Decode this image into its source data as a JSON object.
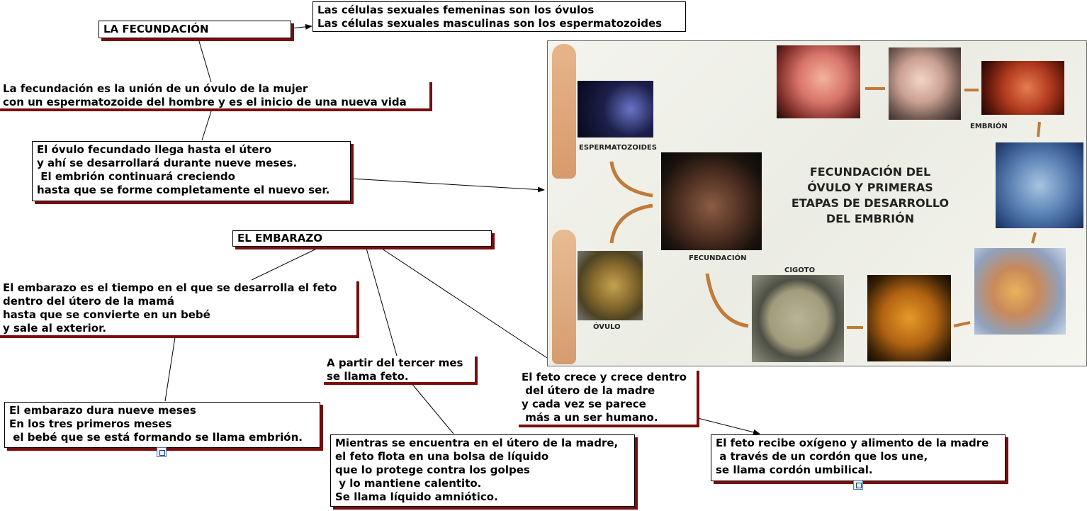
{
  "fecundacion": {
    "title": "LA FECUNDACIÓN",
    "celulas": [
      "Las células sexuales femeninas son los óvulos",
      "Las células sexuales masculinas son los espermatozoides"
    ],
    "definicion": [
      "La fecundación es la unión de un óvulo de la mujer",
      "con un espermatozoide del hombre y es el inicio de una nueva vida"
    ],
    "utero": [
      "El óvulo fecundado llega hasta el útero",
      "y ahí se desarrollará durante nueve meses.",
      " El embrión continuará creciendo",
      "hasta que se forme completamente el nuevo ser."
    ]
  },
  "embarazo": {
    "title": "EL EMBARAZO",
    "definicion": [
      "El embarazo es el tiempo en el que se desarrolla el feto",
      "dentro del útero de la mamá",
      "hasta que se convierte en un bebé",
      "y sale al exterior."
    ],
    "duracion": [
      "El embarazo dura nueve meses",
      "En los tres primeros meses",
      " el bebé que se está formando se llama embrión."
    ],
    "feto": [
      "A partir del tercer mes",
      "se llama feto."
    ],
    "liquido": [
      "Mientras se encuentra en el útero de la madre,",
      "el feto flota en una bolsa de líquido",
      "que lo protege contra los golpes",
      " y lo mantiene calentito.",
      "Se llama líquido amniótico."
    ],
    "crece": [
      "El feto crece y crece dentro",
      " del útero de la madre",
      "y cada vez se parece",
      " más a un ser humano."
    ],
    "cordon": [
      "El feto recibe oxígeno y alimento de la madre",
      " a través de un cordón que los une,",
      "se llama cordón umbilical."
    ]
  },
  "picture": {
    "title": [
      "FECUNDACIÓN DEL",
      "ÓVULO Y PRIMERAS",
      "ETAPAS DE DESARROLLO",
      "DEL EMBRIÓN"
    ],
    "captions": {
      "espermatozoides": "ESPERMATOZOIDES",
      "fecundacion": "FECUNDACIÓN",
      "ovulo": "ÓVULO",
      "cigoto": "CIGOTO",
      "embrion": "EMBRIÓN"
    }
  },
  "colors": {
    "shadow": "#7a0d0d",
    "arrow": "#c07a3a"
  },
  "icons": [
    "document-icon",
    "image-icon"
  ]
}
